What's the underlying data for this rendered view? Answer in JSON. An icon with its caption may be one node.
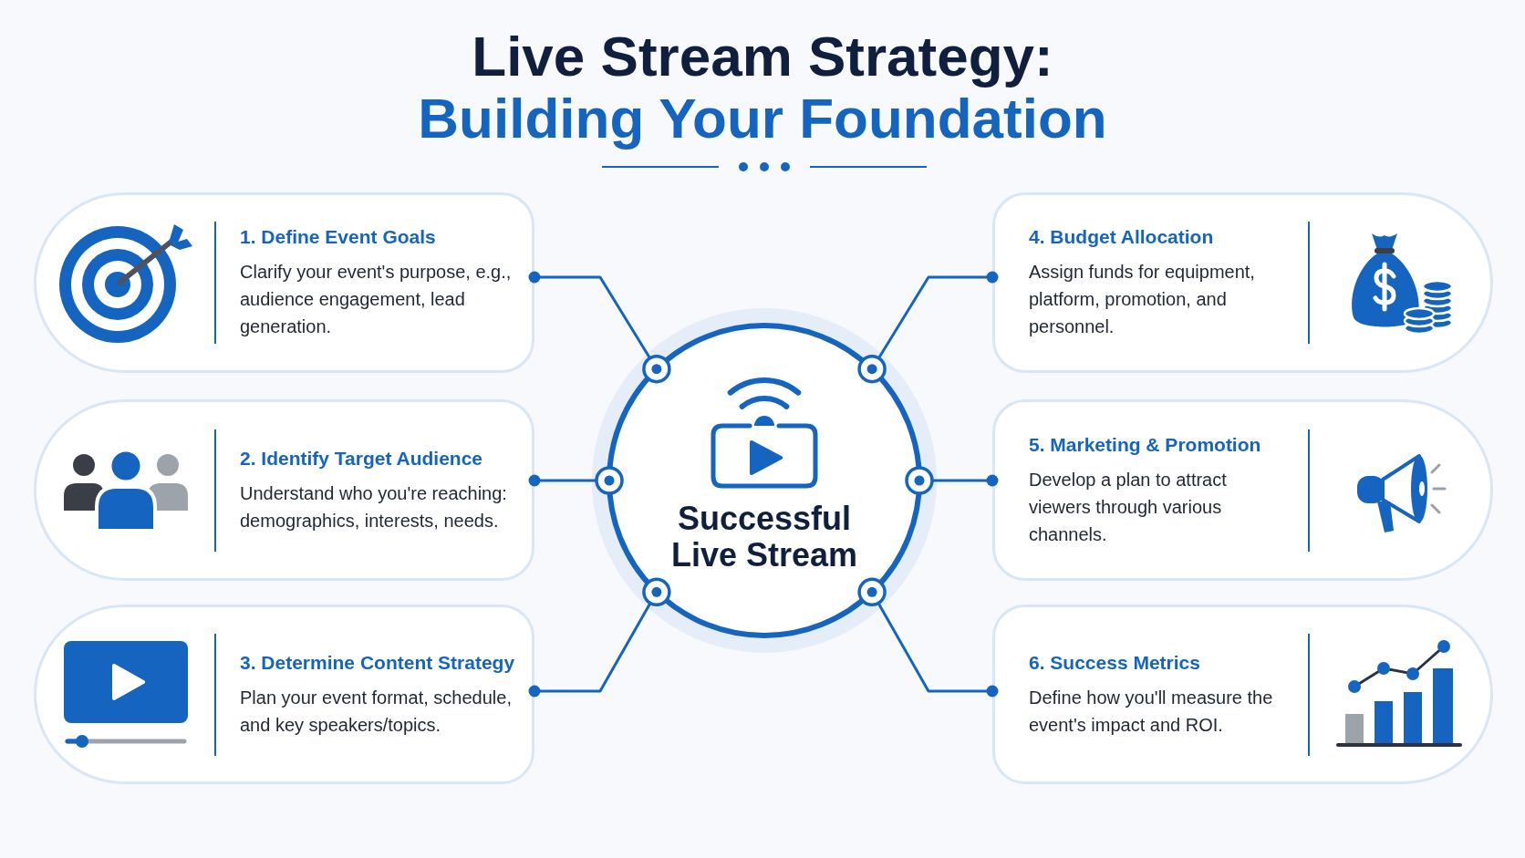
{
  "diagram": {
    "title": "Live Stream Strategy:",
    "nodes": [
      {
        "text": [
          "Successful Live Stream"
        ]
      },
      {
        "text": [
          "1. Define Event Goals",
          "Clarify your event's purpose, e.g., audience engagement, lead generation."
        ]
      },
      {
        "text": [
          "2. Identify Target Audience",
          "Understand who you're reaching: demographics, interests, needs."
        ]
      },
      {
        "text": [
          "3. Determine Content Strategy",
          "Plan your event format, schedule, and key speakers/topics."
        ]
      },
      {
        "text": [
          "4. Budget Allocation",
          "Assign funds for equipment, platform, promotion, and personnel."
        ]
      },
      {
        "text": [
          "5. Marketing & Promotion",
          "Develop a plan to attract viewers through various channels."
        ]
      },
      {
        "text": [
          "6. Success Metrics",
          "Define how you'll measure the event's impact and ROI."
        ]
      }
    ],
    "edges": [
      {
        "from": 1,
        "to": 0,
        "arrow": "other"
      },
      {
        "from": 2,
        "to": 0,
        "arrow": "other"
      },
      {
        "from": 3,
        "to": 0,
        "arrow": "other"
      },
      {
        "from": 4,
        "to": 0,
        "arrow": "other"
      },
      {
        "from": 5,
        "to": 0,
        "arrow": "other"
      },
      {
        "from": 6,
        "to": 0,
        "arrow": "other"
      }
    ],
    "labels": [
      "Building Your Foundation"
    ]
  }
}
